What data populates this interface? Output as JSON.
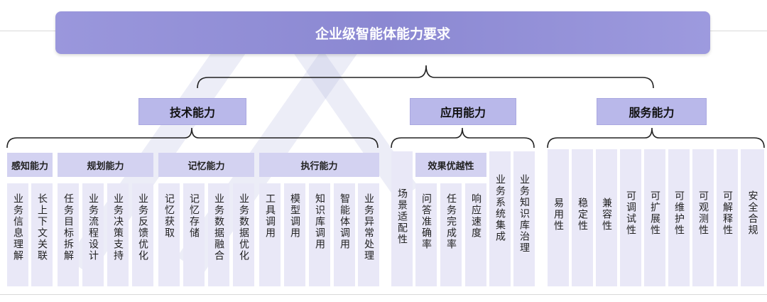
{
  "title": "企业级智能体能力要求",
  "categories": [
    {
      "key": "tech",
      "label": "技术能力",
      "groups": [
        {
          "label": "感知能力",
          "items": [
            [
              "业务信息理解"
            ],
            [
              "长上下文关联"
            ]
          ]
        },
        {
          "label": "规划能力",
          "items": [
            [
              "任务目标拆解"
            ],
            [
              "业务流程设计"
            ],
            [
              "业务决策支持"
            ],
            [
              "业务反馈优化"
            ]
          ]
        },
        {
          "label": "记忆能力",
          "items": [
            [
              "记忆获取"
            ],
            [
              "记忆存储"
            ],
            [
              "业务数据融合"
            ],
            [
              "业务数据优化"
            ]
          ]
        },
        {
          "label": "执行能力",
          "items": [
            [
              "工具调用"
            ],
            [
              "模型调用"
            ],
            [
              "知识库调用"
            ],
            [
              "智能体调用"
            ],
            [
              "业务异常处理"
            ]
          ]
        }
      ]
    },
    {
      "key": "app",
      "label": "应用能力",
      "pre_items": [
        "场景适配性"
      ],
      "group": {
        "label": "效果优越性",
        "items": [
          [
            "问答准确率"
          ],
          [
            "任务完成率"
          ],
          [
            "响应速度"
          ]
        ]
      },
      "post_items": [
        [
          "业务系统集成"
        ],
        [
          "业务知识库治理"
        ]
      ]
    },
    {
      "key": "service",
      "label": "服务能力",
      "items": [
        "易用性",
        "稳定性",
        "兼容性",
        "可调试性",
        "可扩展性",
        "可维护性",
        "可观测性",
        "可解释性",
        "安全合规"
      ]
    }
  ],
  "colors": {
    "title_bar": "#8f8cd6",
    "category_box": "#b9b8ea",
    "group_box": "#d3d2f1",
    "item_column": "#e9e8f7",
    "bracket_line": "#222222"
  }
}
